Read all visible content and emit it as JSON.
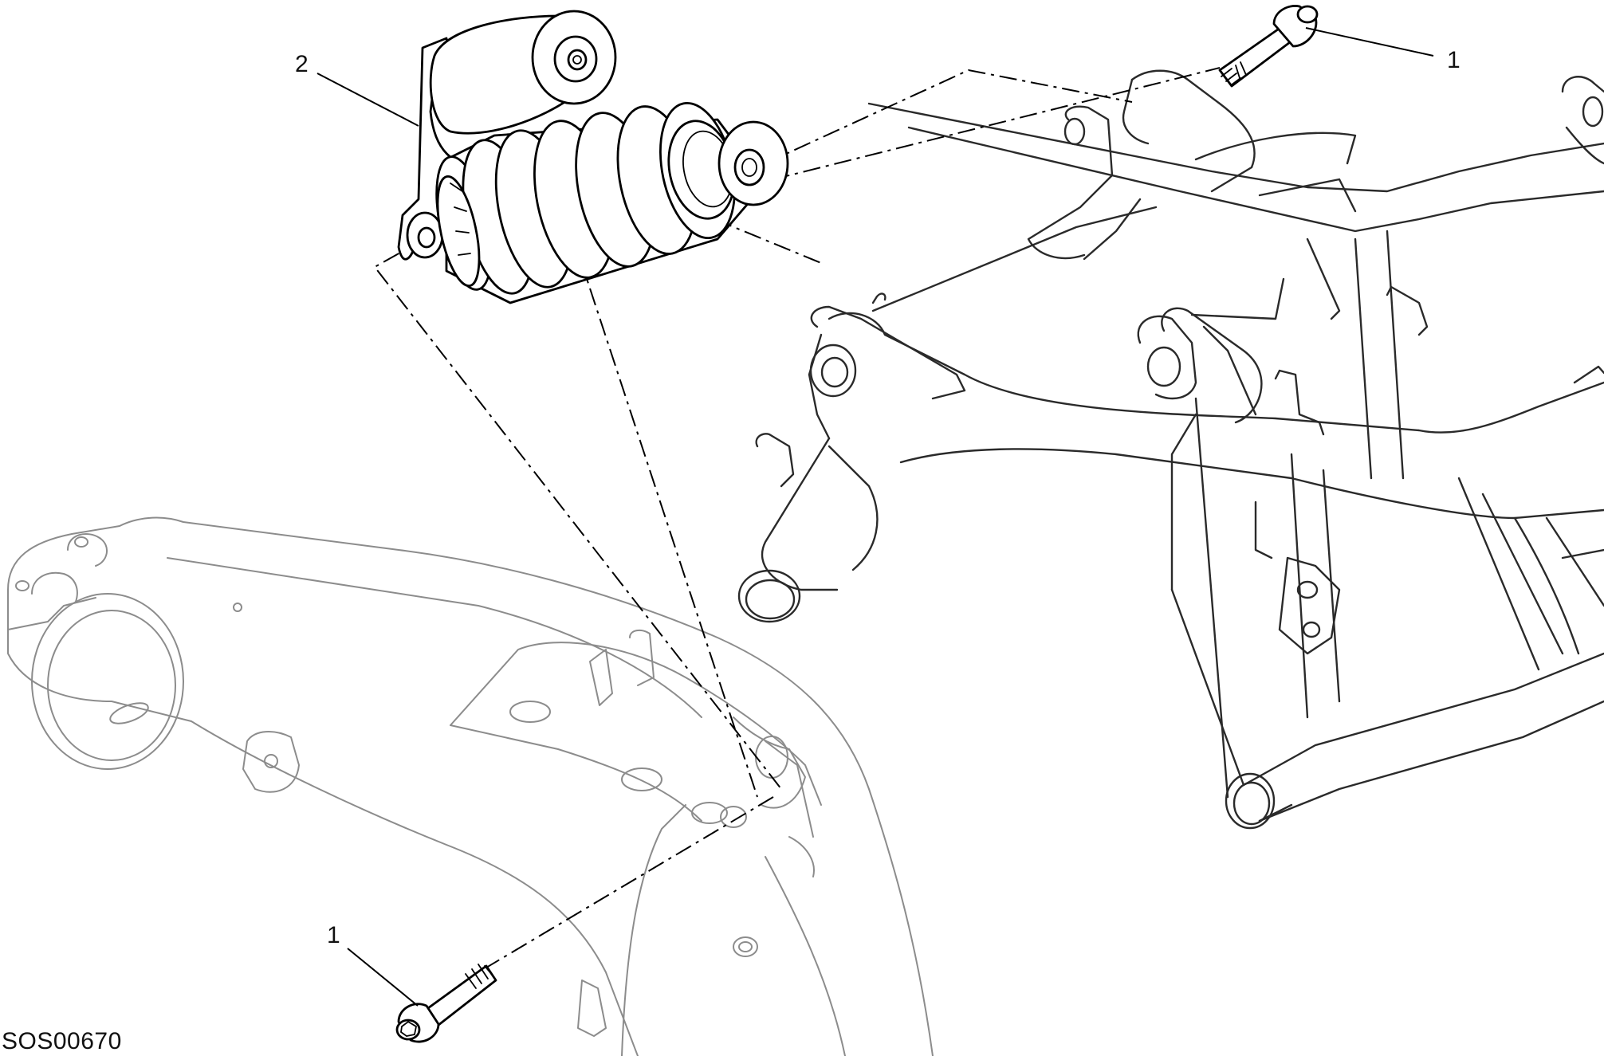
{
  "diagram": {
    "drawing_code": "SOS00670",
    "callouts": [
      {
        "id": "bolt-upper",
        "label": "1"
      },
      {
        "id": "shock-absorber",
        "label": "2"
      },
      {
        "id": "bolt-lower",
        "label": "1"
      }
    ],
    "colors": {
      "line": "#000000",
      "ghost_line": "#8c8c8c",
      "background": "#ffffff"
    }
  }
}
